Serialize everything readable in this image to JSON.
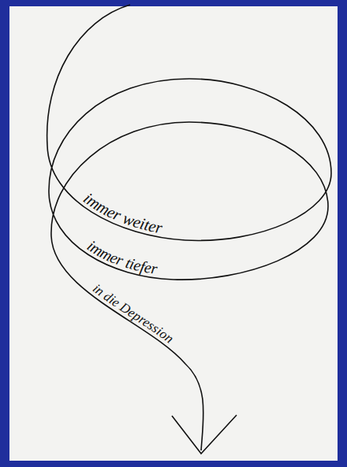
{
  "diagram": {
    "labels": [
      "immer weiter",
      "immer tiefer",
      "in die Depression"
    ]
  }
}
